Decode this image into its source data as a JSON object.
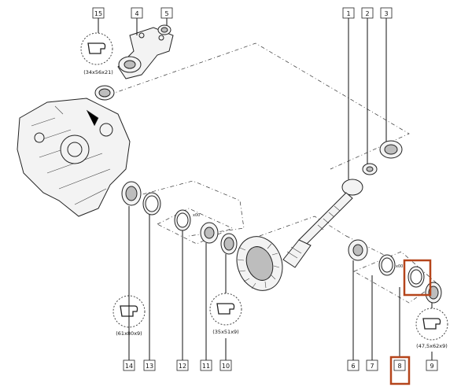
{
  "callouts": {
    "c1": "1",
    "c2": "2",
    "c3": "3",
    "c4": "4",
    "c5": "5",
    "c6": "6",
    "c7": "7",
    "c8": "8",
    "c9": "9",
    "c10": "10",
    "c11": "11",
    "c12": "12",
    "c13": "13",
    "c14": "14",
    "c15": "15"
  },
  "seal_dimensions": {
    "s15": "(34x56x21)",
    "s14": "(61x80x9)",
    "s10": "(35x51x9)",
    "s9": "(47,5x62x9)"
  },
  "quantity_marks": {
    "q12": "x00",
    "q7": "x00"
  },
  "highlight_color": "#b5451b"
}
